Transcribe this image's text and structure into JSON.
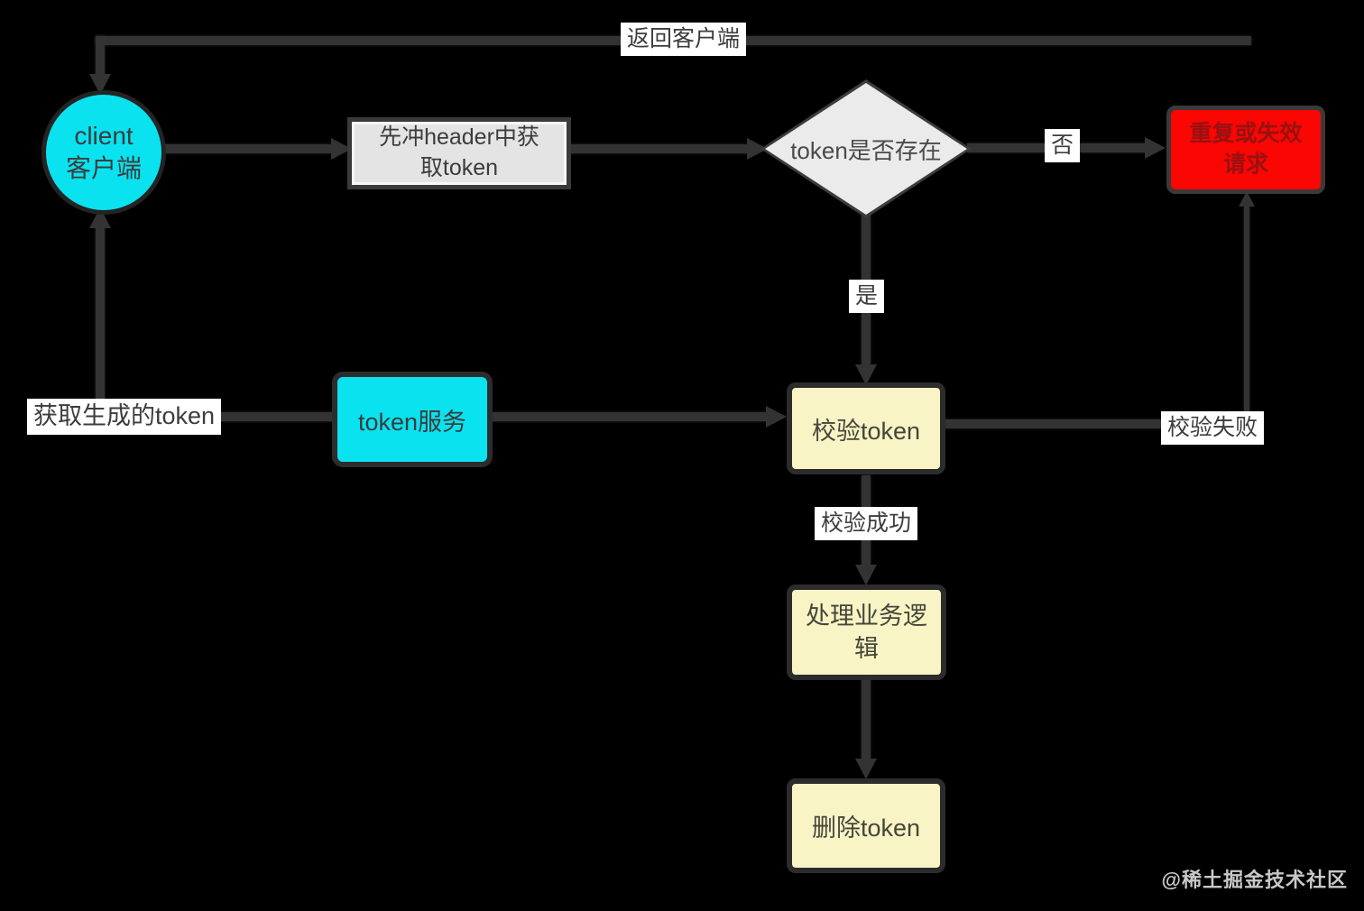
{
  "diagram": {
    "nodes": {
      "client": {
        "line1": "client",
        "line2": "客户端",
        "fill": "#0BE2F0"
      },
      "fetch_header": {
        "line1": "先冲header中获",
        "line2": "取token",
        "fill": "#E4E4E4"
      },
      "token_exists": {
        "label": "token是否存在",
        "fill": "#EBEBEB"
      },
      "invalid_request": {
        "line1": "重复或失效",
        "line2": "请求",
        "fill": "#FA0603",
        "text_color": "#991111"
      },
      "token_service": {
        "label": "token服务",
        "fill": "#0BE2F0"
      },
      "verify_token": {
        "label": "校验token",
        "fill": "#F9F4C5"
      },
      "process_logic": {
        "line1": "处理业务逻",
        "line2": "辑",
        "fill": "#F9F4C5"
      },
      "delete_token": {
        "label": "删除token",
        "fill": "#F9F4C5"
      }
    },
    "edges": {
      "return_client": "返回客户端",
      "no": "否",
      "yes": "是",
      "get_generated_token": "获取生成的token",
      "verify_fail": "校验失败",
      "verify_success": "校验成功"
    },
    "watermark": "@稀土掘金技术社区",
    "colors": {
      "background": "#000000",
      "line": "#333333",
      "label_bg": "#FFFFFF",
      "label_text": "#3D3D3D"
    }
  }
}
